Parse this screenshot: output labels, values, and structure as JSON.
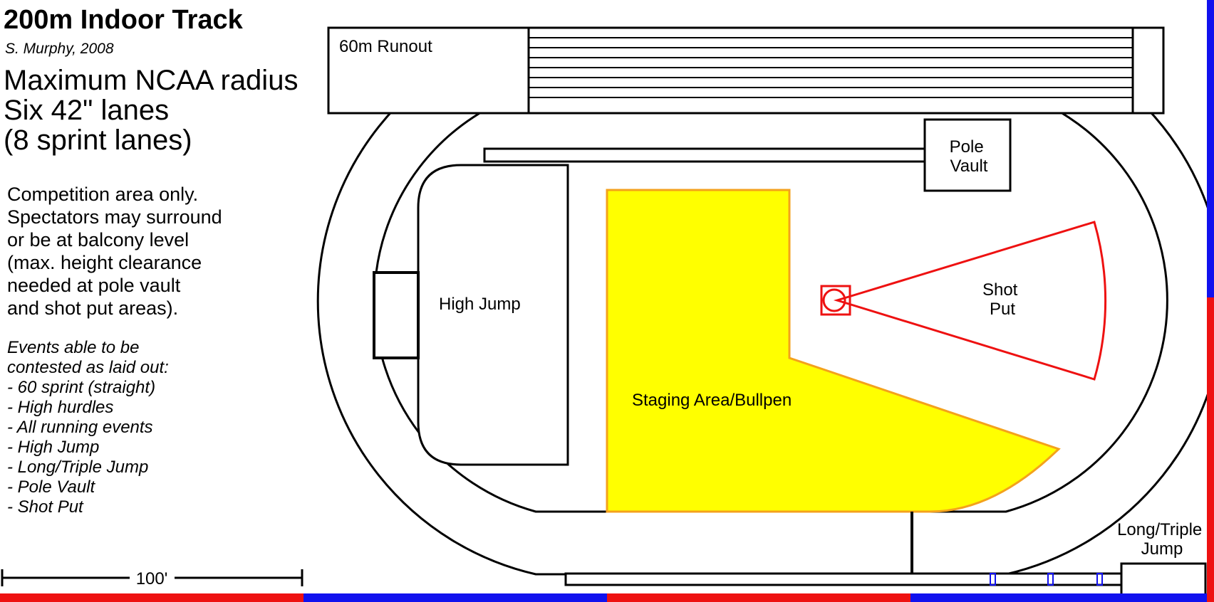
{
  "header": {
    "title": "200m Indoor Track",
    "author": "S. Murphy, 2008"
  },
  "specs": [
    "Maximum NCAA radius",
    "Six 42\" lanes",
    "(8 sprint lanes)"
  ],
  "note_lines": [
    "Competition area only.",
    "Spectators may surround",
    "or be at balcony level",
    "(max. height clearance",
    "needed at pole vault",
    "and shot put areas)."
  ],
  "events": {
    "heading_lines": [
      "Events able to be",
      "contested as laid out:"
    ],
    "items": [
      "- 60 sprint (straight)",
      "- High hurdles",
      "- All running events",
      "- High Jump",
      "- Long/Triple Jump",
      "- Pole Vault",
      "- Shot Put"
    ]
  },
  "areas": {
    "runout": "60m Runout",
    "pole_vault": [
      "Pole",
      "Vault"
    ],
    "high_jump": "High Jump",
    "shot_put": [
      "Shot",
      "Put"
    ],
    "staging": "Staging Area/Bullpen",
    "long_triple_jump": [
      "Long/Triple",
      "Jump"
    ]
  },
  "scale": {
    "label": "100'"
  },
  "colors": {
    "staging_fill": "#ffff00",
    "staging_border": "#f4a21c",
    "shot_put": "#ee1111",
    "track_lines": "#000000",
    "bar_red": "#ee1111",
    "bar_blue": "#1111ee",
    "takeoff_boards": "#1111ee"
  }
}
